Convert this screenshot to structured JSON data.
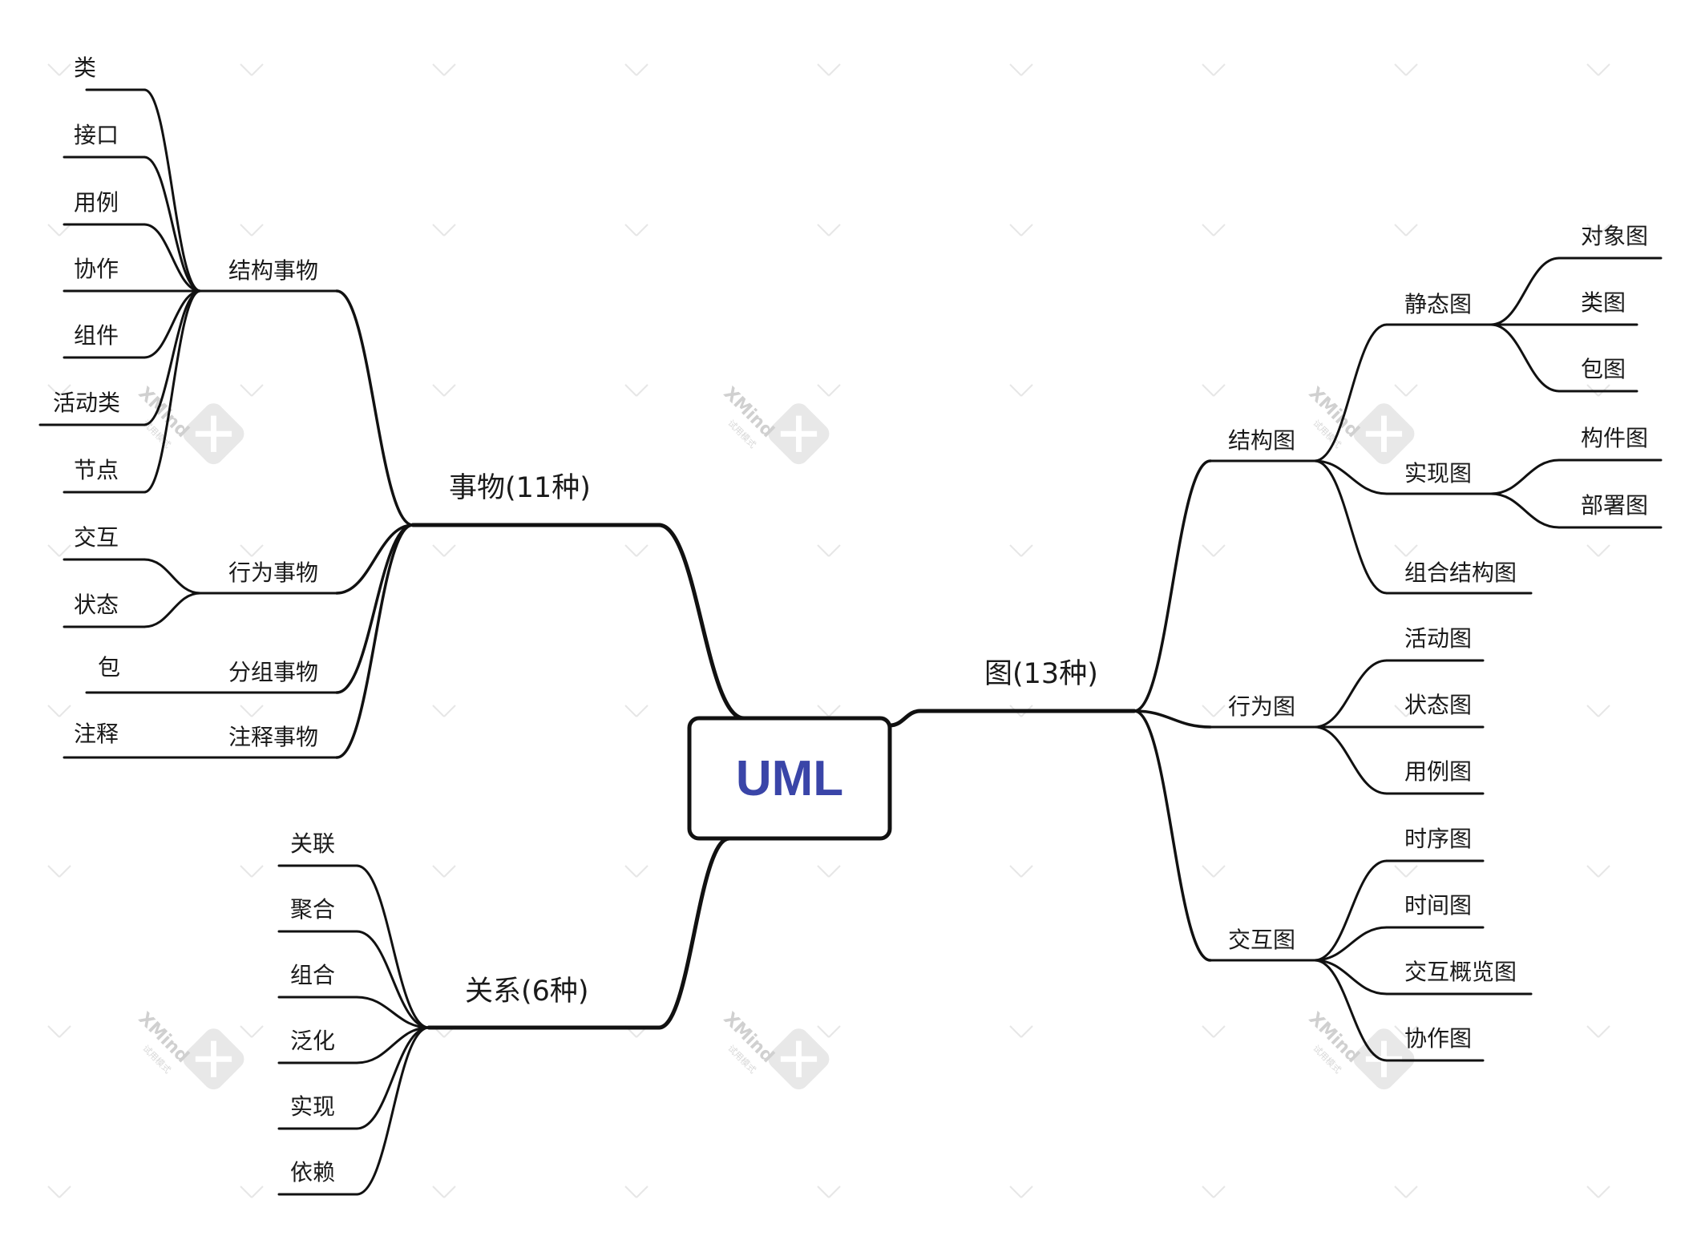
{
  "root": {
    "label": "UML",
    "color": "#3a45a8"
  },
  "line_color": "#111111",
  "watermark": {
    "text": "XMind",
    "sub": "试用模式"
  },
  "things": {
    "label": "事物(11种)",
    "structural": {
      "label": "结构事物",
      "items": [
        "类",
        "接口",
        "用例",
        "协作",
        "组件",
        "活动类",
        "节点"
      ]
    },
    "behavioral": {
      "label": "行为事物",
      "items": [
        "交互",
        "状态"
      ]
    },
    "grouping": {
      "label": "分组事物",
      "items": [
        "包"
      ]
    },
    "annotation": {
      "label": "注释事物",
      "items": [
        "注释"
      ]
    }
  },
  "relations": {
    "label": "关系(6种)",
    "items": [
      "关联",
      "聚合",
      "组合",
      "泛化",
      "实现",
      "依赖"
    ]
  },
  "diagrams": {
    "label": "图(13种)",
    "structure": {
      "label": "结构图",
      "static": {
        "label": "静态图",
        "items": [
          "对象图",
          "类图",
          "包图"
        ]
      },
      "impl": {
        "label": "实现图",
        "items": [
          "构件图",
          "部署图"
        ]
      },
      "composite": {
        "label": "组合结构图"
      }
    },
    "behavior": {
      "label": "行为图",
      "items": [
        "活动图",
        "状态图",
        "用例图"
      ]
    },
    "interaction": {
      "label": "交互图",
      "items": [
        "时序图",
        "时间图",
        "交互概览图",
        "协作图"
      ]
    }
  }
}
